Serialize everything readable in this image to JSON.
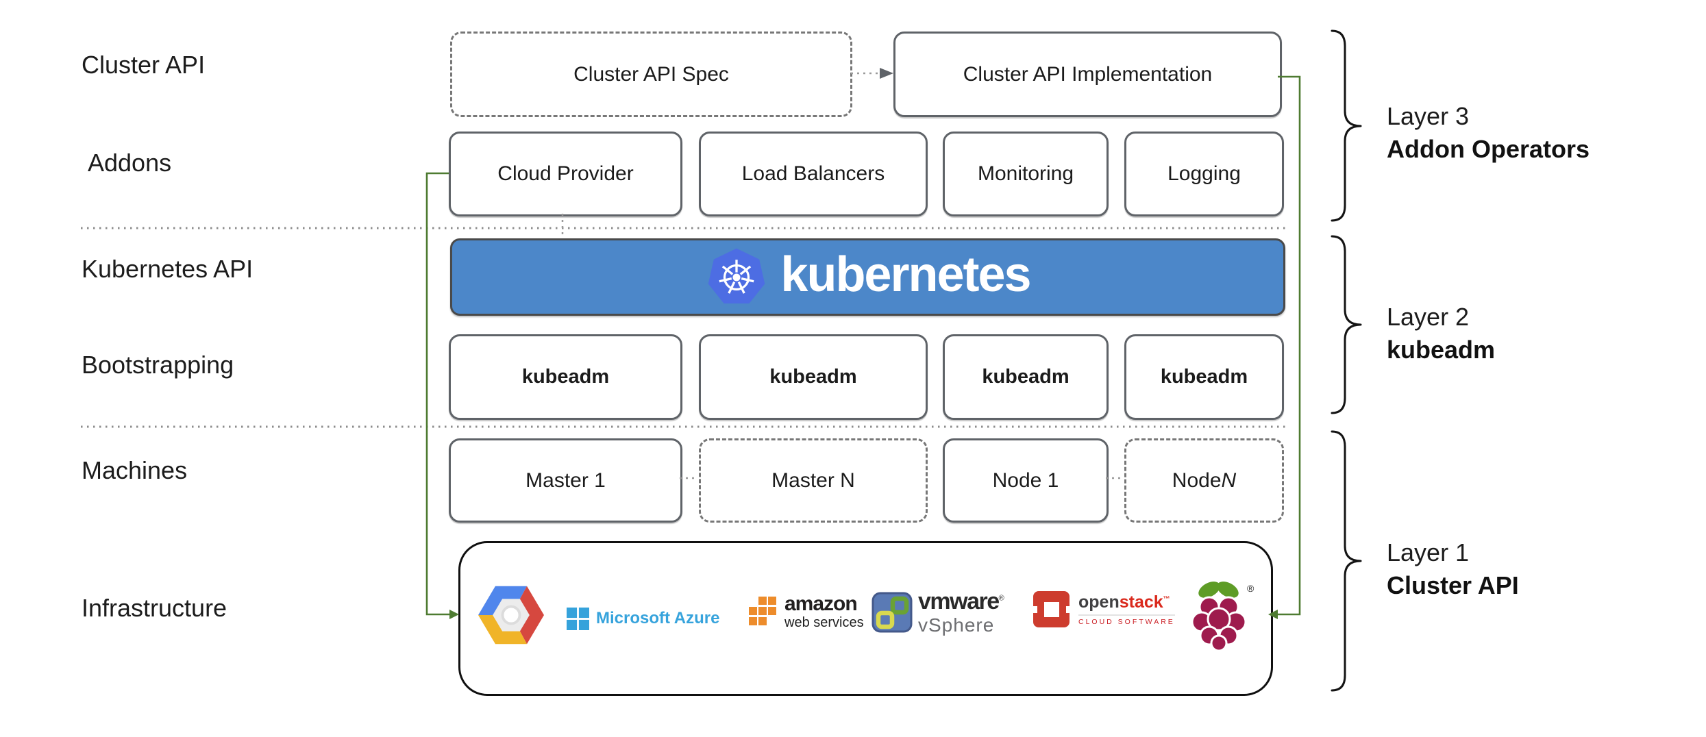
{
  "row_labels": {
    "cluster_api": "Cluster API",
    "addons": "Addons",
    "kubernetes_api": "Kubernetes API",
    "bootstrapping": "Bootstrapping",
    "machines": "Machines",
    "infrastructure": "Infrastructure"
  },
  "cluster_api_row": {
    "spec_label": "Cluster API Spec",
    "implementation_label": "Cluster API Implementation"
  },
  "addons_row": {
    "boxes": [
      "Cloud Provider",
      "Load Balancers",
      "Monitoring",
      "Logging"
    ]
  },
  "kubernetes_banner": {
    "wordmark": "kubernetes",
    "logo_icon": "kubernetes-helm-wheel-icon",
    "background_color": "#4c87c9",
    "heptagon_color": "#4d6de3"
  },
  "bootstrapping_row": {
    "boxes": [
      "kubeadm",
      "kubeadm",
      "kubeadm",
      "kubeadm"
    ]
  },
  "machines_row": {
    "boxes": [
      {
        "label": "Master 1",
        "border": "solid"
      },
      {
        "label": "Master N",
        "border": "dashed"
      },
      {
        "label": "Node 1",
        "border": "solid"
      },
      {
        "label_prefix": "Node ",
        "label_italic": "N",
        "border": "dashed"
      }
    ]
  },
  "infrastructure_row": {
    "logos": [
      {
        "icon": "google-cloud-platform-icon"
      },
      {
        "icon": "microsoft-azure-icon",
        "label": "Microsoft Azure"
      },
      {
        "icon": "aws-boxes-icon",
        "label_top": "amazon",
        "label_bottom": "web services"
      },
      {
        "icon": "vmware-icon",
        "label_top": "vmware",
        "label_reg": "®",
        "label_bottom": "vSphere"
      },
      {
        "icon": "openstack-icon",
        "label_open": "open",
        "label_stack": "stack",
        "label_tm": "™",
        "label_sub": "CLOUD SOFTWARE"
      },
      {
        "icon": "raspberry-pi-icon",
        "label_reg": "®"
      }
    ]
  },
  "layer_annotations": [
    {
      "line1": "Layer 3",
      "line2": "Addon Operators"
    },
    {
      "line1": "Layer 2",
      "line2": "kubeadm"
    },
    {
      "line1": "Layer 1",
      "line2": "Cluster API"
    }
  ],
  "colors": {
    "connector_green": "#4e7b31",
    "banner_blue": "#4c87c9",
    "heptagon_blue": "#4d6de3",
    "box_border_gray": "#5f6368",
    "dashed_border_gray": "#777777",
    "azure_blue": "#36a3dc",
    "aws_orange": "#ed8c2b",
    "openstack_red": "#da291c",
    "raspberry_crimson": "#9e1b4d",
    "leaf_green": "#5e9c26",
    "gcp_blue": "#5086ec",
    "gcp_red": "#d6483f",
    "gcp_yellow": "#f0b428"
  }
}
